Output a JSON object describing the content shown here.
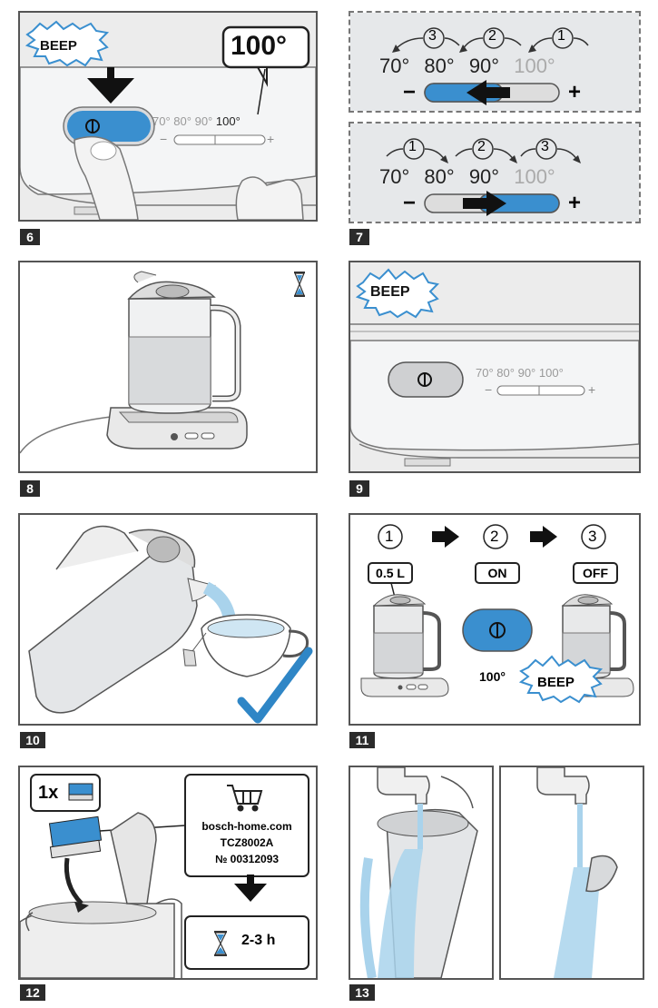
{
  "steps": {
    "s6": {
      "number": "6",
      "beep": "BEEP",
      "temp_callout": "100°",
      "temps": [
        "70°",
        "80°",
        "90°",
        "100°"
      ],
      "minus": "−",
      "plus": "+"
    },
    "s7": {
      "number": "7",
      "top": {
        "order": [
          "3",
          "2",
          "1"
        ],
        "temps": [
          "70°",
          "80°",
          "90°",
          "100°"
        ]
      },
      "bottom": {
        "order": [
          "1",
          "2",
          "3"
        ],
        "temps": [
          "70°",
          "80°",
          "90°",
          "100°"
        ]
      },
      "minus": "−",
      "plus": "+"
    },
    "s8": {
      "number": "8"
    },
    "s9": {
      "number": "9",
      "beep": "BEEP",
      "temps": [
        "70°",
        "80°",
        "90°",
        "100°"
      ],
      "minus": "−",
      "plus": "+"
    },
    "s10": {
      "number": "10"
    },
    "s11": {
      "number": "11",
      "circles": [
        "1",
        "2",
        "3"
      ],
      "fill_label": "0.5 L",
      "on_label": "ON",
      "off_label": "OFF",
      "temp": "100°",
      "beep": "BEEP"
    },
    "s12": {
      "number": "12",
      "qty": "1x",
      "website": "bosch-home.com",
      "model": "TCZ8002A",
      "part_no": "№ 00312093",
      "duration": "2-3 h"
    },
    "s13": {
      "number": "13"
    }
  },
  "colors": {
    "accent_blue": "#3a8fcf",
    "panel_gray": "#e6e8ea",
    "dark": "#222222",
    "water": "#a9d3ec",
    "check": "#2f86c6"
  }
}
